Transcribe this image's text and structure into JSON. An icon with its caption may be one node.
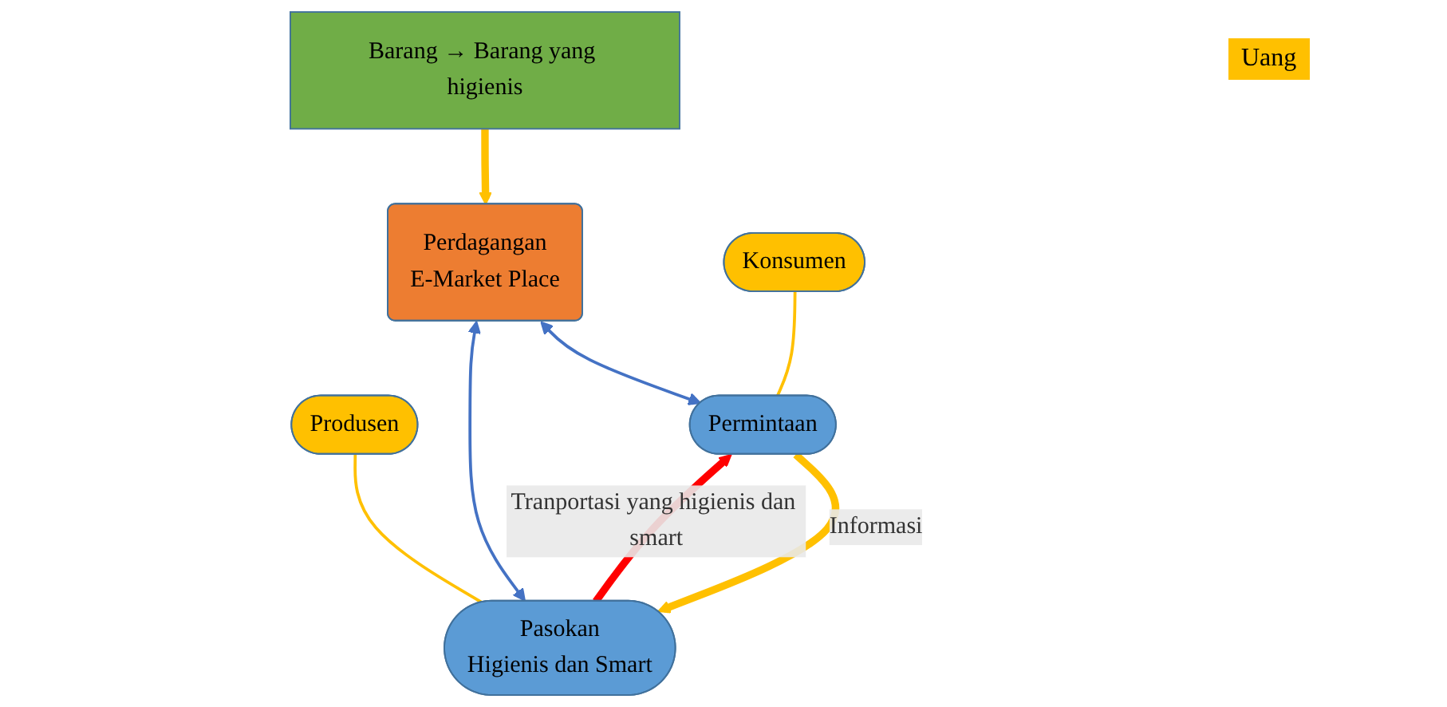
{
  "diagram": {
    "nodes": [
      {
        "text": [
          "Barang → Barang yang higienis"
        ]
      },
      {
        "text": [
          "Perdagangan",
          "E-Market Place"
        ]
      },
      {
        "text": [
          "Produsen"
        ]
      },
      {
        "text": [
          "Konsumen"
        ]
      },
      {
        "text": [
          "Pasokan",
          "Higienis dan Smart"
        ]
      },
      {
        "text": [
          "Permintaan"
        ]
      }
    ],
    "edges": [
      {
        "from": 0,
        "to": 1,
        "arrow": "to",
        "style": "thick",
        "color": "#ffc000"
      },
      {
        "from": 4,
        "to": 1,
        "arrow": "both",
        "color": "#4472c4"
      },
      {
        "from": 1,
        "to": 5,
        "arrow": "both",
        "color": "#4472c4"
      },
      {
        "from": 2,
        "to": 4,
        "arrow": "none",
        "color": "#ffc000"
      },
      {
        "from": 3,
        "to": 5,
        "arrow": "none",
        "color": "#ffc000"
      },
      {
        "from": 4,
        "to": 5,
        "arrow": "to",
        "label": "Tranportasi yang higienis dan smart",
        "style": "thick",
        "color": "#ff0000"
      },
      {
        "from": 5,
        "to": 4,
        "arrow": "to",
        "label": "Informasi",
        "style": "thick",
        "color": "#ffc000"
      }
    ],
    "labels": [
      "Uang"
    ]
  }
}
